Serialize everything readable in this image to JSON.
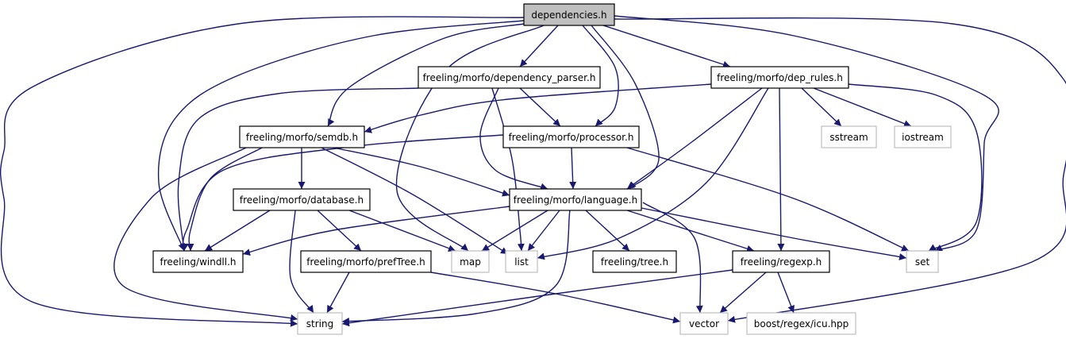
{
  "colors": {
    "edge": "#191970",
    "root_fill": "#bfbfbf",
    "internal_border": "#000000",
    "external_border": "#bfbfbf",
    "background": "#ffffff"
  },
  "nodes": [
    {
      "id": "dependencies_h",
      "label": "dependencies.h",
      "kind": "root"
    },
    {
      "id": "dependency_parser_h",
      "label": "freeling/morfo/dependency_parser.h",
      "kind": "internal"
    },
    {
      "id": "dep_rules_h",
      "label": "freeling/morfo/dep_rules.h",
      "kind": "internal"
    },
    {
      "id": "semdb_h",
      "label": "freeling/morfo/semdb.h",
      "kind": "internal"
    },
    {
      "id": "processor_h",
      "label": "freeling/morfo/processor.h",
      "kind": "internal"
    },
    {
      "id": "sstream",
      "label": "sstream",
      "kind": "external"
    },
    {
      "id": "iostream",
      "label": "iostream",
      "kind": "external"
    },
    {
      "id": "database_h",
      "label": "freeling/morfo/database.h",
      "kind": "internal"
    },
    {
      "id": "language_h",
      "label": "freeling/morfo/language.h",
      "kind": "internal"
    },
    {
      "id": "windll_h",
      "label": "freeling/windll.h",
      "kind": "internal"
    },
    {
      "id": "preftree_h",
      "label": "freeling/morfo/prefTree.h",
      "kind": "internal"
    },
    {
      "id": "map",
      "label": "map",
      "kind": "external"
    },
    {
      "id": "list",
      "label": "list",
      "kind": "external"
    },
    {
      "id": "tree_h",
      "label": "freeling/tree.h",
      "kind": "internal"
    },
    {
      "id": "regexp_h",
      "label": "freeling/regexp.h",
      "kind": "internal"
    },
    {
      "id": "set",
      "label": "set",
      "kind": "external"
    },
    {
      "id": "string",
      "label": "string",
      "kind": "external"
    },
    {
      "id": "vector",
      "label": "vector",
      "kind": "external"
    },
    {
      "id": "boost_regex_icu_hpp",
      "label": "boost/regex/icu.hpp",
      "kind": "external"
    }
  ],
  "edges": [
    [
      "dependencies_h",
      "dependency_parser_h"
    ],
    [
      "dependencies_h",
      "dep_rules_h"
    ],
    [
      "dependencies_h",
      "semdb_h"
    ],
    [
      "dependencies_h",
      "processor_h"
    ],
    [
      "dependencies_h",
      "language_h"
    ],
    [
      "dependencies_h",
      "windll_h"
    ],
    [
      "dependencies_h",
      "map"
    ],
    [
      "dependencies_h",
      "set"
    ],
    [
      "dependencies_h",
      "string"
    ],
    [
      "dependencies_h",
      "vector"
    ],
    [
      "dependency_parser_h",
      "processor_h"
    ],
    [
      "dependency_parser_h",
      "language_h"
    ],
    [
      "dependency_parser_h",
      "windll_h"
    ],
    [
      "dependency_parser_h",
      "list"
    ],
    [
      "dep_rules_h",
      "semdb_h"
    ],
    [
      "dep_rules_h",
      "sstream"
    ],
    [
      "dep_rules_h",
      "iostream"
    ],
    [
      "dep_rules_h",
      "language_h"
    ],
    [
      "dep_rules_h",
      "list"
    ],
    [
      "dep_rules_h",
      "regexp_h"
    ],
    [
      "dep_rules_h",
      "set"
    ],
    [
      "semdb_h",
      "database_h"
    ],
    [
      "semdb_h",
      "language_h"
    ],
    [
      "semdb_h",
      "windll_h"
    ],
    [
      "semdb_h",
      "list"
    ],
    [
      "semdb_h",
      "string"
    ],
    [
      "processor_h",
      "language_h"
    ],
    [
      "processor_h",
      "windll_h"
    ],
    [
      "processor_h",
      "set"
    ],
    [
      "database_h",
      "windll_h"
    ],
    [
      "database_h",
      "preftree_h"
    ],
    [
      "database_h",
      "map"
    ],
    [
      "database_h",
      "string"
    ],
    [
      "language_h",
      "windll_h"
    ],
    [
      "language_h",
      "map"
    ],
    [
      "language_h",
      "list"
    ],
    [
      "language_h",
      "tree_h"
    ],
    [
      "language_h",
      "regexp_h"
    ],
    [
      "language_h",
      "set"
    ],
    [
      "language_h",
      "string"
    ],
    [
      "language_h",
      "vector"
    ],
    [
      "preftree_h",
      "string"
    ],
    [
      "preftree_h",
      "vector"
    ],
    [
      "regexp_h",
      "string"
    ],
    [
      "regexp_h",
      "vector"
    ],
    [
      "regexp_h",
      "boost_regex_icu_hpp"
    ]
  ]
}
